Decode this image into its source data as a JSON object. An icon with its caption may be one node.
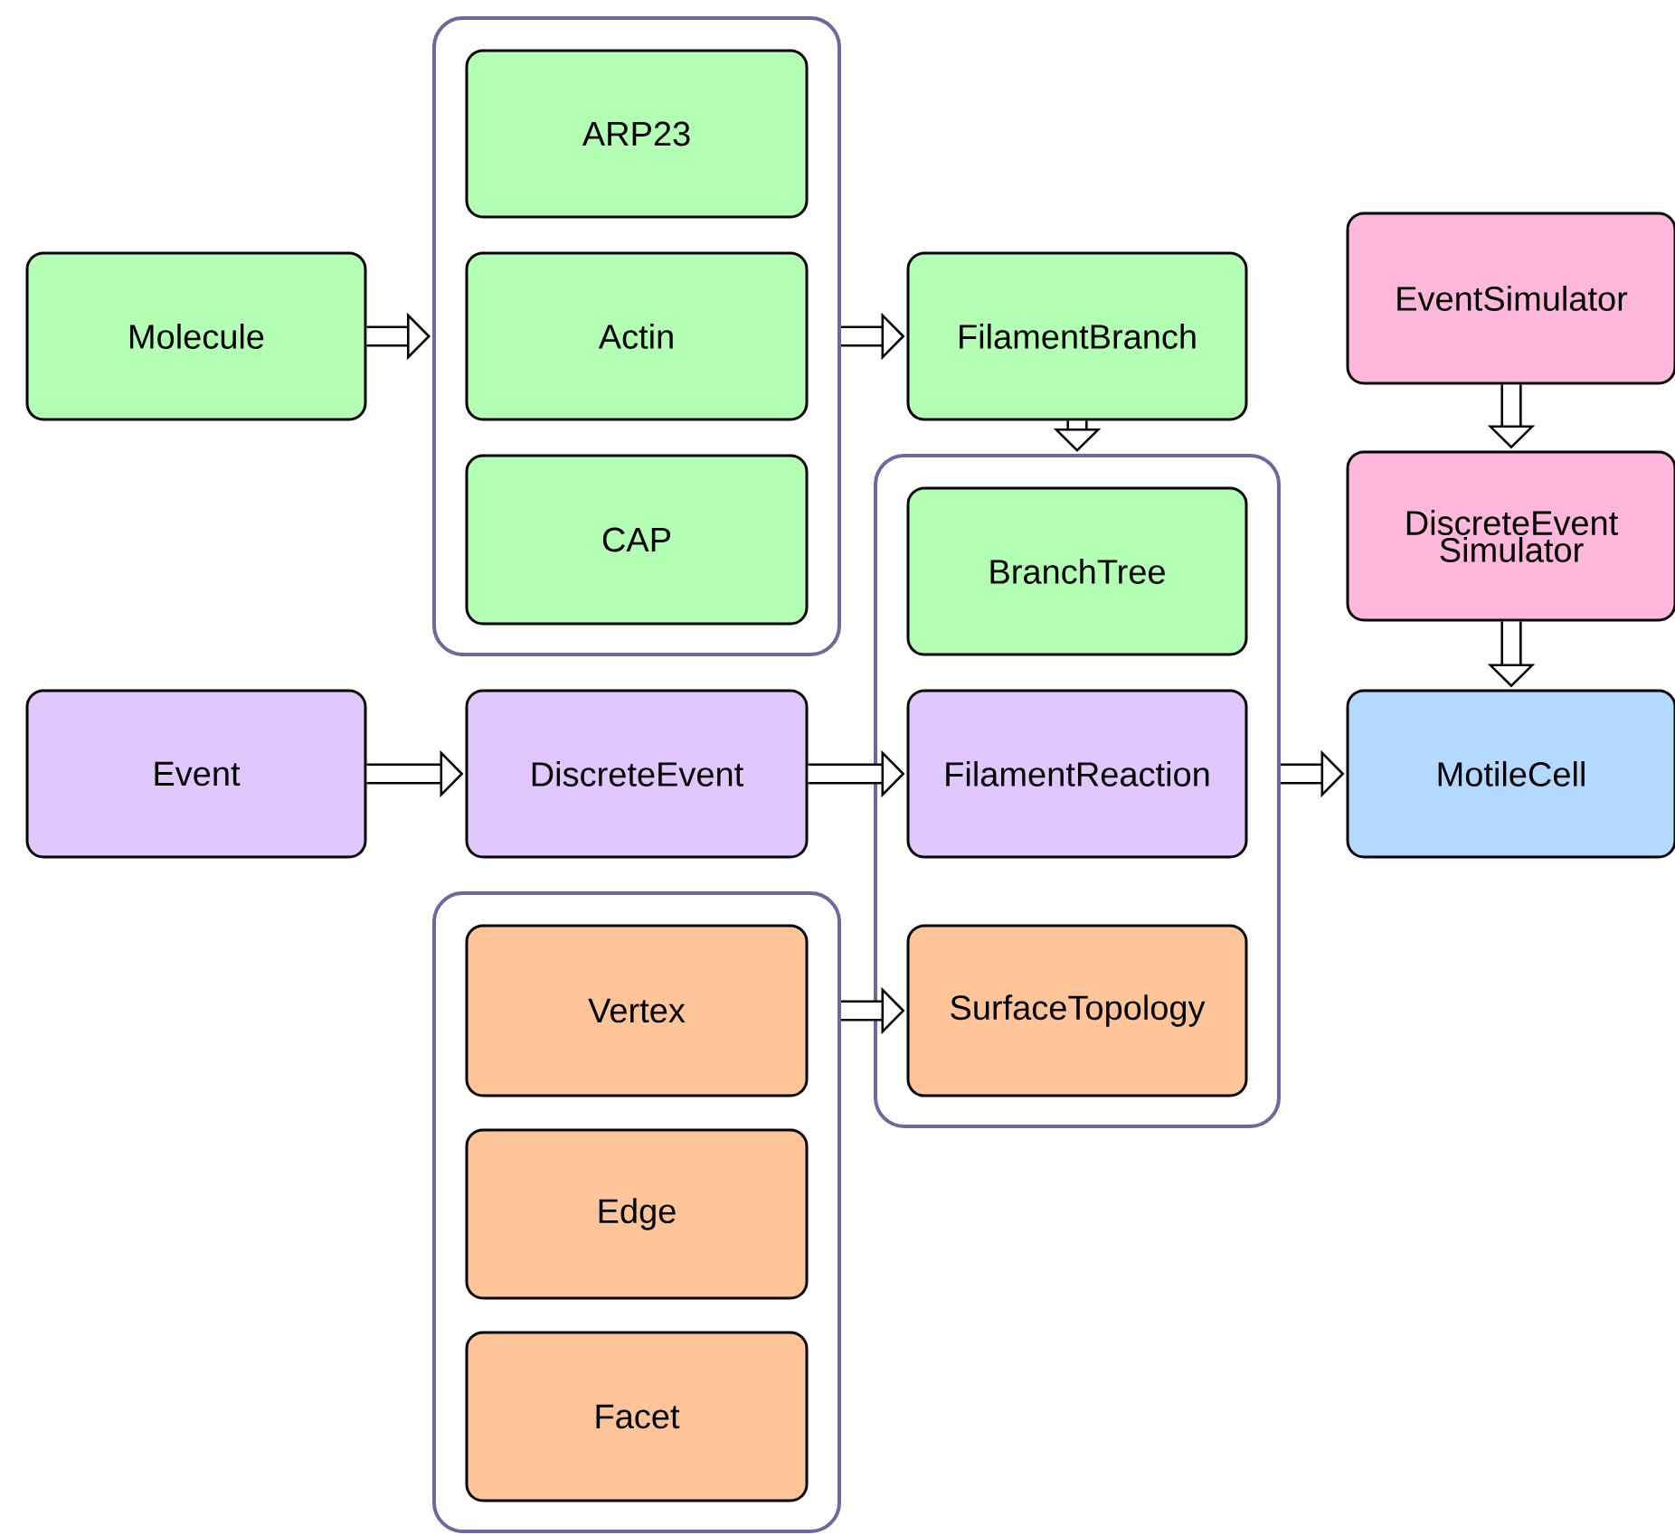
{
  "diagram": {
    "nodes": [
      {
        "text": [],
        "shape": "box"
      },
      {
        "text": [
          "ARP23"
        ],
        "in": 0
      },
      {
        "text": [
          "Actin"
        ],
        "in": 0
      },
      {
        "text": [
          "CAP"
        ],
        "in": 0
      },
      {
        "text": [
          "Molecule"
        ]
      },
      {
        "text": [
          "FilamentBranch"
        ]
      },
      {
        "text": [
          "EventSimulator"
        ]
      },
      {
        "text": [
          "DiscreteEvent Simulator"
        ]
      },
      {
        "text": [],
        "shape": "box"
      },
      {
        "text": [
          "BranchTree"
        ],
        "in": 8
      },
      {
        "text": [
          "FilamentReaction"
        ],
        "in": 8
      },
      {
        "text": [
          "SurfaceTopology"
        ],
        "in": 8
      },
      {
        "text": [
          "Event"
        ]
      },
      {
        "text": [
          "DiscreteEvent"
        ]
      },
      {
        "text": [
          "MotileCell"
        ]
      },
      {
        "text": [],
        "shape": "box"
      },
      {
        "text": [
          "Vertex"
        ],
        "in": 15
      },
      {
        "text": [
          "Edge"
        ],
        "in": 15
      },
      {
        "text": [
          "Facet"
        ],
        "in": 15
      }
    ],
    "edges": [
      {
        "from": 4,
        "to": 0,
        "arrow": "to"
      },
      {
        "from": 0,
        "to": 5,
        "arrow": "to"
      },
      {
        "from": 5,
        "to": 8,
        "arrow": "to"
      },
      {
        "from": 6,
        "to": 7,
        "arrow": "to"
      },
      {
        "from": 7,
        "to": 14,
        "arrow": "to"
      },
      {
        "from": 12,
        "to": 13,
        "arrow": "to"
      },
      {
        "from": 13,
        "to": 10,
        "arrow": "to"
      },
      {
        "from": 8,
        "to": 14,
        "arrow": "to"
      },
      {
        "from": 15,
        "to": 11,
        "arrow": "to"
      }
    ]
  }
}
